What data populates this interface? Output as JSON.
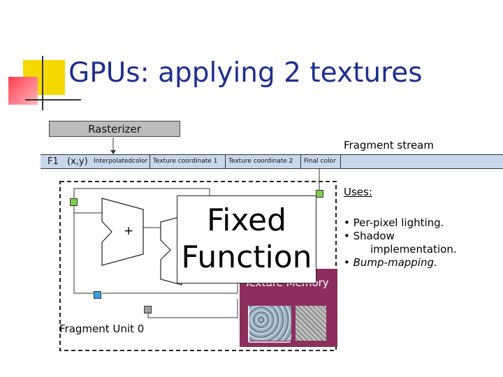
{
  "slide": {
    "title": "GPUs: applying 2 textures"
  },
  "pipeline": {
    "rasterizer_label": "Rasterizer",
    "fragment_stream_label": "Fragment stream",
    "stream_fields": [
      {
        "label": "F1"
      },
      {
        "label": "(x,y)"
      },
      {
        "label": "Interpolatedcolor"
      },
      {
        "label": "Texture coordinate 1"
      },
      {
        "label": "Texture coordinate 2"
      },
      {
        "label": "Final color"
      }
    ],
    "adder_symbol": "+",
    "fixed_function_line1": "Fixed",
    "fixed_function_line2": "Function",
    "texture_memory_label": "Texture Memory",
    "fragment_unit_label": "Fragment Unit 0"
  },
  "uses": {
    "heading": "Uses:",
    "items": [
      "• Per-pixel lighting.",
      "• Shadow",
      "implementation.",
      "• Bump-mapping."
    ]
  },
  "colors": {
    "title": "#1f2f8f",
    "stream_bg": "#c8d8ec",
    "texture_memory": "#8c2f5e",
    "accent_yellow": "#f5d800",
    "accent_red": "#ff4050",
    "port_green": "#7ccf4a",
    "port_blue": "#3a9ee0",
    "port_gray": "#a0a0a0"
  }
}
